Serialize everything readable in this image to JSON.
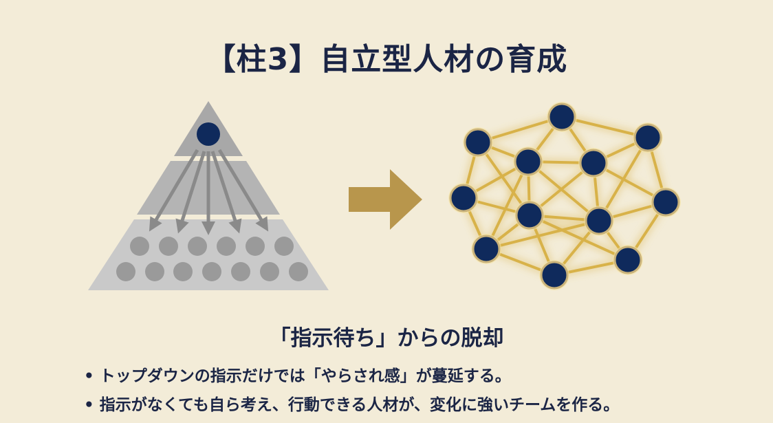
{
  "title": "【柱3】自立型人材の育成",
  "colors": {
    "background": "#f3ecd8",
    "navy": "#0f2a5c",
    "gold": "#d8b24a",
    "arrow": "#b8964c",
    "gray": "#bdbdbd"
  },
  "left_diagram": {
    "type": "hierarchy-pyramid",
    "leader_count": 1,
    "directive_arrows": 5,
    "member_rows": [
      6,
      7
    ]
  },
  "right_diagram": {
    "type": "network",
    "node_count": 12
  },
  "subtitle": "「指示待ち」からの脱却",
  "bullets": [
    "• トップダウンの指示だけでは「やらされ感」が蔓延する。",
    "• 指示がなくても自ら考え、行動できる人材が、変化に強いチームを作る。"
  ]
}
